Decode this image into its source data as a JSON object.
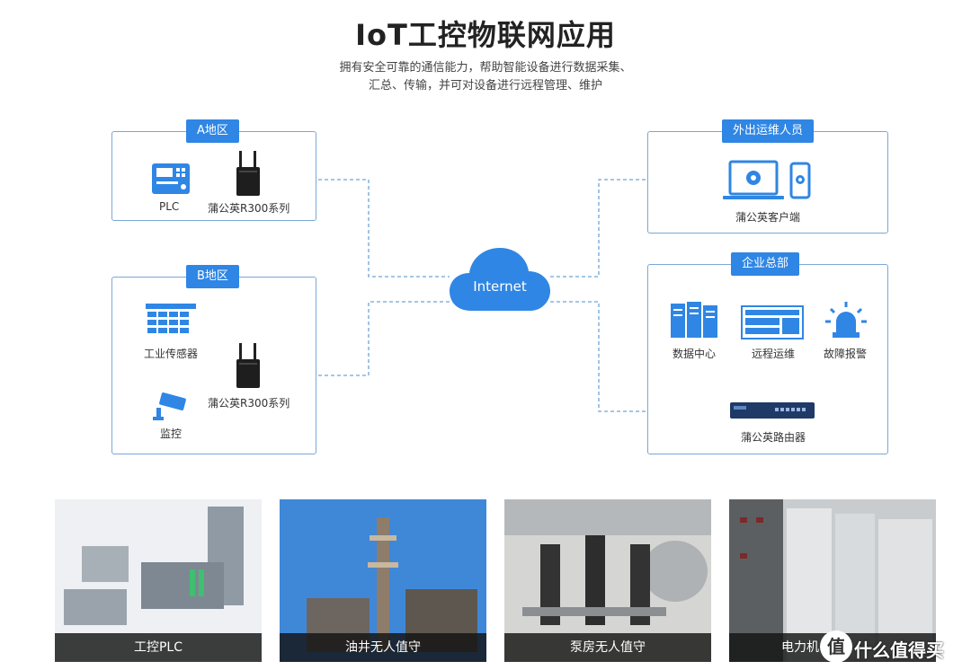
{
  "header": {
    "title": "IoT工控物联网应用",
    "subtitle_line1": "拥有安全可靠的通信能力，帮助智能设备进行数据采集、",
    "subtitle_line2": "汇总、传输，并可对设备进行远程管理、维护"
  },
  "cloud": {
    "label": "Internet"
  },
  "region_a": {
    "tag": "A地区",
    "plc_label": "PLC",
    "router_label": "蒲公英R300系列"
  },
  "region_b": {
    "tag": "B地区",
    "sensor_label": "工业传感器",
    "camera_label": "监控",
    "router_label": "蒲公英R300系列"
  },
  "region_staff": {
    "tag": "外出运维人员",
    "client_label": "蒲公英客户端"
  },
  "region_hq": {
    "tag": "企业总部",
    "datacenter_label": "数据中心",
    "remote_ops_label": "远程运维",
    "alarm_label": "故障报警",
    "router_label": "蒲公英路由器"
  },
  "scenarios": [
    {
      "caption": "工控PLC"
    },
    {
      "caption": "油井无人值守"
    },
    {
      "caption": "泵房无人值守"
    },
    {
      "caption": "电力机"
    }
  ],
  "watermark": {
    "logo": "值",
    "text": "什么值得买"
  },
  "colors": {
    "accent": "#2f86e4",
    "border": "#7aa7d6",
    "line": "#6fa3d8"
  }
}
